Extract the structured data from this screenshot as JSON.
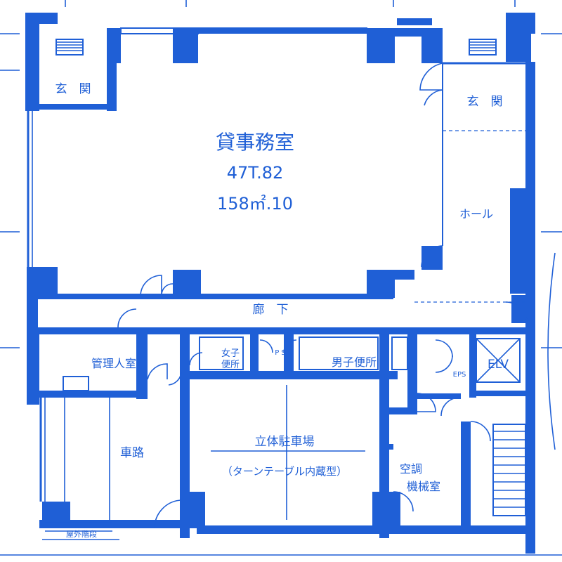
{
  "colors": {
    "ink": "#1f5fd6",
    "paper": "#ffffff"
  },
  "rooms": {
    "entrance_left": "玄　関",
    "entrance_right": "玄　関",
    "office": "貸事務室",
    "office_area_tsubo": "47T.82",
    "office_area_m2": "158㎡.10",
    "hall": "ホール",
    "corridor": "廊　下",
    "womens_toilet_1": "女子",
    "womens_toilet_2": "便所",
    "ps": "P S",
    "mens_toilet": "男子便所",
    "manager_room": "管理人室",
    "eps": "EPS",
    "elevator": "ELV",
    "driveway": "車路",
    "parking_1": "立体駐車場",
    "parking_2": "（ターンテーブル内蔵型）",
    "ac_room_1": "空調",
    "ac_room_2": "機械室",
    "outdoor_stairs": "屋外階段"
  }
}
